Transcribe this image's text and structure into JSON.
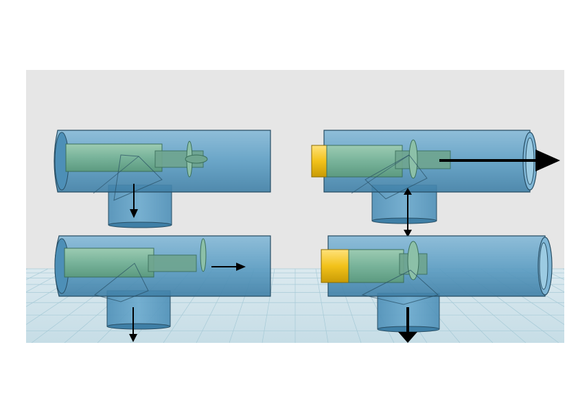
{
  "figure": {
    "description_colors": {
      "page_background": "#ffffff",
      "viewport_background": "#e6e6e6",
      "grid_floor": "#cfe3ea",
      "grid_line": "#9cc4d2",
      "tee_body": "#5c9ec4",
      "tee_outline": "#274d63",
      "insert_body": "#78b39a",
      "plug_yellow": "#f2c21a",
      "arrow": "#000000"
    },
    "panels": [
      {
        "name": "top-left",
        "has_plug": false,
        "arrows": [
          "down"
        ]
      },
      {
        "name": "top-right",
        "has_plug": true,
        "arrows": [
          "right-large",
          "up-down"
        ]
      },
      {
        "name": "bottom-left",
        "has_plug": false,
        "arrows": [
          "right-small",
          "down"
        ]
      },
      {
        "name": "bottom-right",
        "has_plug": true,
        "arrows": [
          "down-large"
        ]
      }
    ]
  }
}
